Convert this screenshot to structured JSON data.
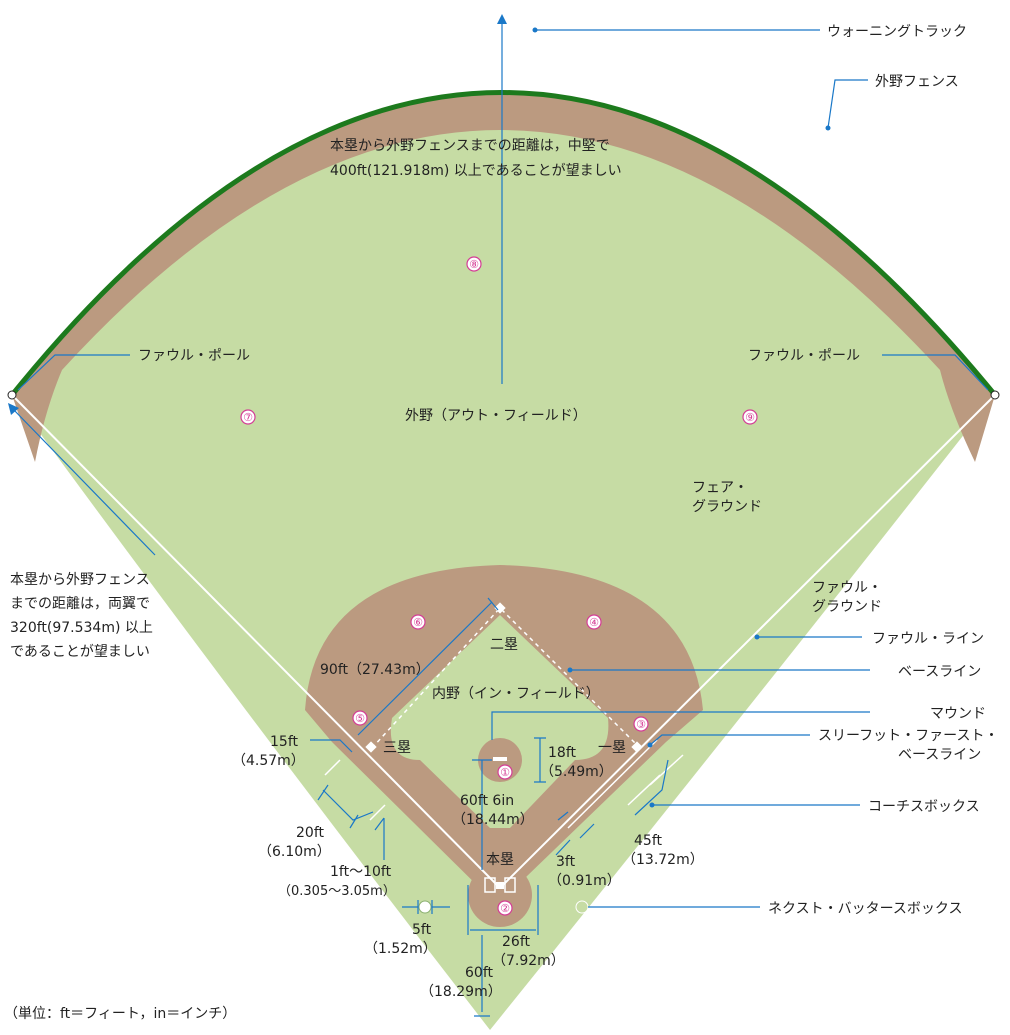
{
  "labels": {
    "warning_track": "ウォーニングトラック",
    "outfield_fence": "外野フェンス",
    "foul_pole_left": "ファウル・ポール",
    "foul_pole_right": "ファウル・ポール",
    "center_note_1": "本塁から外野フェンスまでの距離は，中堅で",
    "center_note_2": "400ft(121.918m) 以上であることが望ましい",
    "outfield": "外野（アウト・フィールド）",
    "fair_1": "フェア・",
    "fair_2": "グラウンド",
    "foul_1": "ファウル・",
    "foul_2": "グラウンド",
    "wing_note_1": "本塁から外野フェンス",
    "wing_note_2": "までの距離は，両翼で",
    "wing_note_3": "320ft(97.534m) 以上",
    "wing_note_4": "であることが望ましい",
    "foul_line": "ファウル・ライン",
    "base_line": "ベースライン",
    "mound": "マウンド",
    "three_foot_1": "スリーフット・ファースト・",
    "three_foot_2": "ベースライン",
    "coach_box": "コーチスボックス",
    "next_batter": "ネクスト・バッタースボックス",
    "second_base": "二塁",
    "third_base": "三塁",
    "first_base": "一塁",
    "home_plate": "本塁",
    "infield": "内野（イン・フィールド）",
    "dim_90ft": "90ft（27.43m）",
    "dim_15ft_a": "15ft",
    "dim_15ft_b": "（4.57m）",
    "dim_18ft_a": "18ft",
    "dim_18ft_b": "（5.49m）",
    "dim_60ft6in_a": "60ft  6in",
    "dim_60ft6in_b": "（18.44m）",
    "dim_20ft_a": "20ft",
    "dim_20ft_b": "（6.10m）",
    "dim_1to10_a": "1ft〜10ft",
    "dim_1to10_b": "（0.305〜3.05m）",
    "dim_45ft_a": "45ft",
    "dim_45ft_b": "（13.72m）",
    "dim_3ft_a": "3ft",
    "dim_3ft_b": "（0.91m）",
    "dim_5ft_a": "5ft",
    "dim_5ft_b": "（1.52m）",
    "dim_26ft_a": "26ft",
    "dim_26ft_b": "（7.92m）",
    "dim_60ft_a": "60ft",
    "dim_60ft_b": "（18.29m）",
    "unit_note": "（単位：ft＝フィート，in＝インチ）"
  },
  "numbers": [
    "①",
    "②",
    "③",
    "④",
    "⑤",
    "⑥",
    "⑦",
    "⑧",
    "⑨"
  ],
  "colors": {
    "grass": "#c6dca4",
    "dirt": "#bb9a80",
    "fence": "#1d7a1d",
    "leader": "#1a78c8",
    "marker": "#d43d95"
  }
}
